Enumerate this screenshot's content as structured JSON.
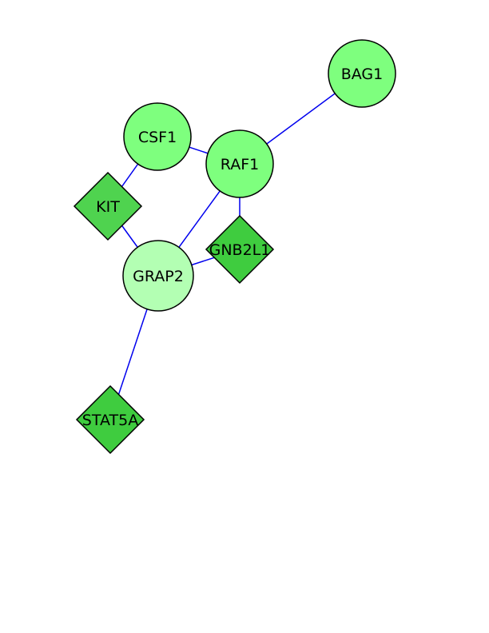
{
  "network": {
    "nodes": [
      {
        "id": "BAG1",
        "label": "BAG1",
        "shape": "circle",
        "color": "#7eff7e"
      },
      {
        "id": "CSF1",
        "label": "CSF1",
        "shape": "circle",
        "color": "#7eff7e"
      },
      {
        "id": "RAF1",
        "label": "RAF1",
        "shape": "circle",
        "color": "#7eff7e"
      },
      {
        "id": "KIT",
        "label": "KIT",
        "shape": "diamond",
        "color": "#4fd34f"
      },
      {
        "id": "GNB2L1",
        "label": "GNB2L1",
        "shape": "diamond",
        "color": "#3fcc3f"
      },
      {
        "id": "GRAP2",
        "label": "GRAP2",
        "shape": "circle",
        "color": "#b3ffb3"
      },
      {
        "id": "STAT5A",
        "label": "STAT5A",
        "shape": "diamond",
        "color": "#3fcc3f"
      }
    ],
    "edges": [
      {
        "source": "BAG1",
        "target": "RAF1"
      },
      {
        "source": "CSF1",
        "target": "RAF1"
      },
      {
        "source": "CSF1",
        "target": "KIT"
      },
      {
        "source": "RAF1",
        "target": "GNB2L1"
      },
      {
        "source": "RAF1",
        "target": "GRAP2"
      },
      {
        "source": "KIT",
        "target": "GRAP2"
      },
      {
        "source": "GRAP2",
        "target": "GNB2L1"
      },
      {
        "source": "GRAP2",
        "target": "STAT5A"
      }
    ],
    "edge_color": "#0000ee",
    "node_border_color": "#000000"
  }
}
